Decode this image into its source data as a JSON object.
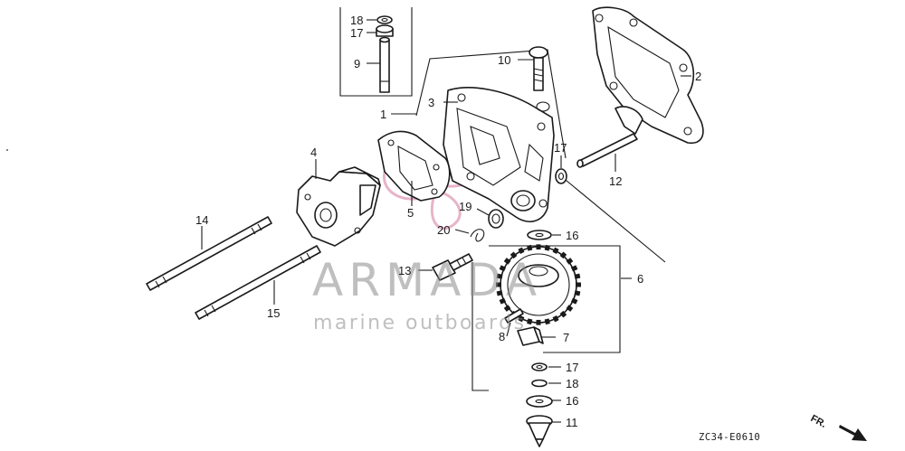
{
  "diagram_code": "ZC34-E0610",
  "front_marker": "FR.",
  "watermark": {
    "brand": "ARMADA",
    "tagline": "marine outboards"
  },
  "callouts": {
    "c1": "1",
    "c2": "2",
    "c3": "3",
    "c4": "4",
    "c5": "5",
    "c6": "6",
    "c7": "7",
    "c8": "8",
    "c9": "9",
    "c10": "10",
    "c11": "11",
    "c12": "12",
    "c13": "13",
    "c14": "14",
    "c15": "15",
    "c16a": "16",
    "c16b": "16",
    "c17a": "17",
    "c17b": "17",
    "c17c": "17",
    "c18a": "18",
    "c18b": "18",
    "c19": "19",
    "c20": "20"
  },
  "colors": {
    "line": "#1a1a1a",
    "watermark_pink": "#d4789e",
    "watermark_gray": "#8c8c8c"
  }
}
